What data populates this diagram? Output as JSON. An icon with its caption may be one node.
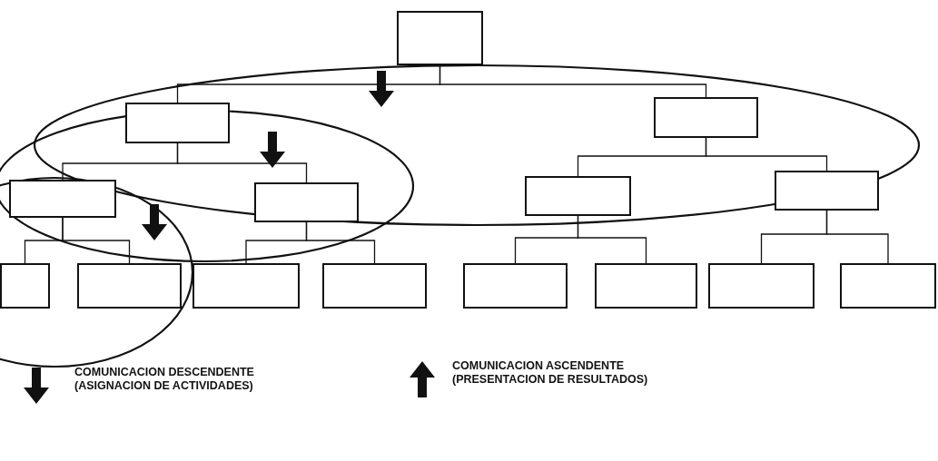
{
  "diagram": {
    "nodes": [
      {
        "text": [],
        "shape": "box"
      },
      {
        "text": [],
        "shape": "box"
      },
      {
        "text": [],
        "shape": "box"
      },
      {
        "text": [],
        "shape": "box"
      },
      {
        "text": [],
        "shape": "box"
      },
      {
        "text": [],
        "shape": "box"
      },
      {
        "text": [],
        "shape": "box"
      },
      {
        "text": [],
        "shape": "box"
      },
      {
        "text": [],
        "shape": "box"
      },
      {
        "text": [],
        "shape": "box"
      },
      {
        "text": [],
        "shape": "box"
      },
      {
        "text": [],
        "shape": "box"
      },
      {
        "text": [],
        "shape": "box"
      },
      {
        "text": [],
        "shape": "box"
      },
      {
        "text": [],
        "shape": "box"
      }
    ],
    "edges": [
      {
        "from": 0,
        "to": 1,
        "arrow": "none"
      },
      {
        "from": 0,
        "to": 2,
        "arrow": "none"
      },
      {
        "from": 1,
        "to": 3,
        "arrow": "none"
      },
      {
        "from": 1,
        "to": 4,
        "arrow": "none"
      },
      {
        "from": 2,
        "to": 5,
        "arrow": "none"
      },
      {
        "from": 2,
        "to": 6,
        "arrow": "none"
      },
      {
        "from": 3,
        "to": 7,
        "arrow": "none"
      },
      {
        "from": 3,
        "to": 8,
        "arrow": "none"
      },
      {
        "from": 4,
        "to": 9,
        "arrow": "none"
      },
      {
        "from": 4,
        "to": 10,
        "arrow": "none"
      },
      {
        "from": 5,
        "to": 11,
        "arrow": "none"
      },
      {
        "from": 5,
        "to": 12,
        "arrow": "none"
      },
      {
        "from": 6,
        "to": 13,
        "arrow": "none"
      },
      {
        "from": 6,
        "to": 14,
        "arrow": "none"
      }
    ],
    "legend": [
      {
        "text": "COMUNICACION DESCENDENTE (ASIGNACION DE ACTIVIDADES)"
      },
      {
        "text": "COMUNICACION ASCENDENTE (PRESENTACION DE RESULTADOS)"
      }
    ]
  }
}
